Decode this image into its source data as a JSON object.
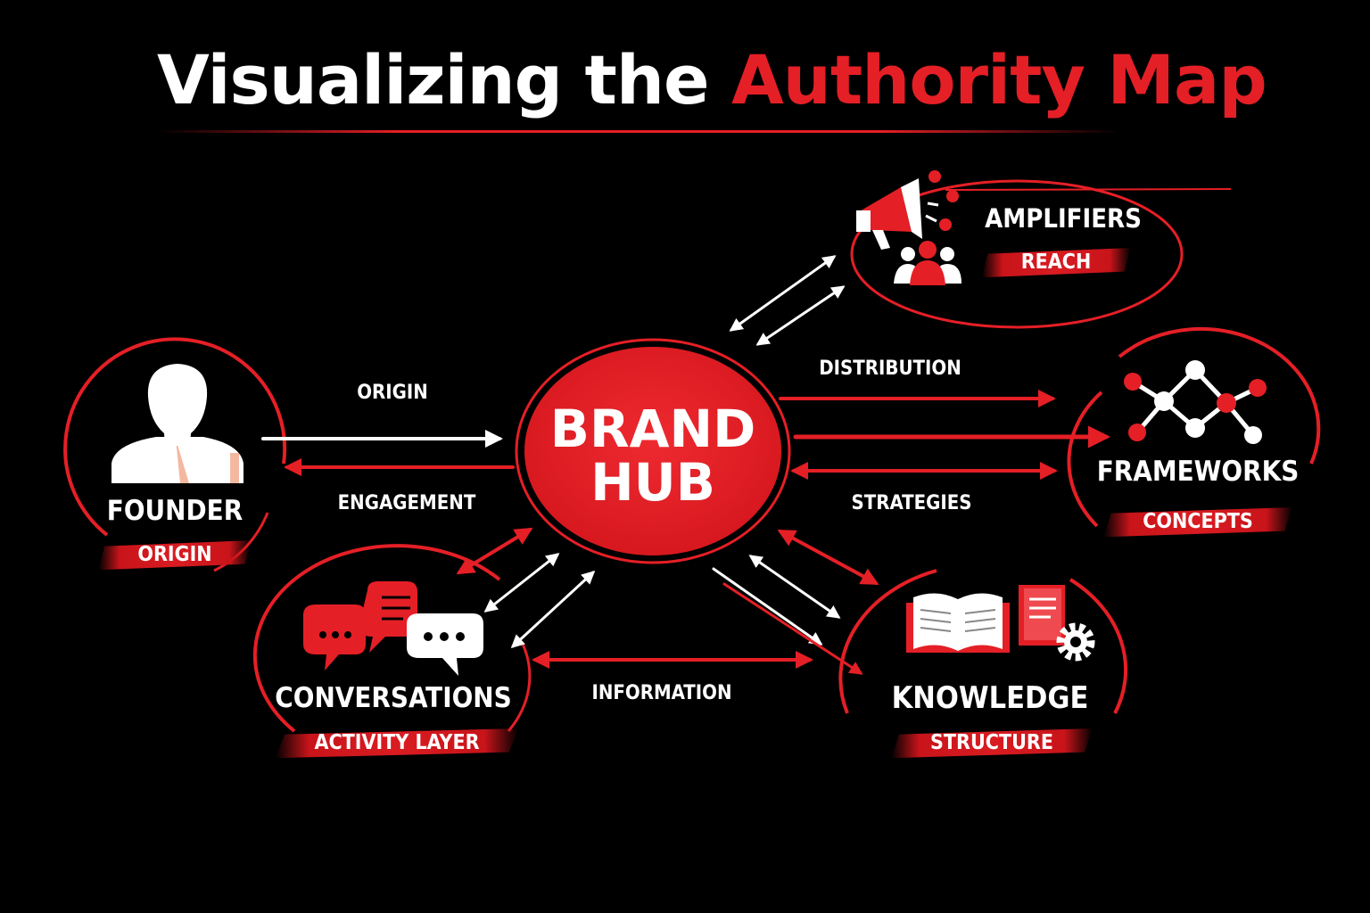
{
  "title": {
    "part1": "Visualizing the",
    "part2": "Authority Map"
  },
  "hub": {
    "line1": "BRAND",
    "line2": "HUB"
  },
  "nodes": {
    "founder": {
      "title": "FOUNDER",
      "tag": "ORIGIN"
    },
    "amplifiers": {
      "title": "AMPLIFIERS",
      "tag": "REACH"
    },
    "frameworks": {
      "title": "FRAMEWORKS",
      "tag": "CONCEPTS"
    },
    "conversations": {
      "title": "CONVERSATIONS",
      "tag": "ACTIVITY LAYER"
    },
    "knowledge": {
      "title": "KNOWLEDGE",
      "tag": "STRUCTURE"
    }
  },
  "edges": {
    "origin": "ORIGIN",
    "engagement": "ENGAGEMENT",
    "distribution": "DISTRIBUTION",
    "strategies": "STRATEGIES",
    "information": "INFORMATION"
  },
  "colors": {
    "accent": "#e51f26",
    "background": "#000000",
    "text": "#ffffff"
  },
  "icons": {
    "founder": "person-icon",
    "amplifiers": "megaphone-icon",
    "frameworks": "network-icon",
    "conversations": "chat-bubbles-icon",
    "knowledge": "book-icon"
  }
}
